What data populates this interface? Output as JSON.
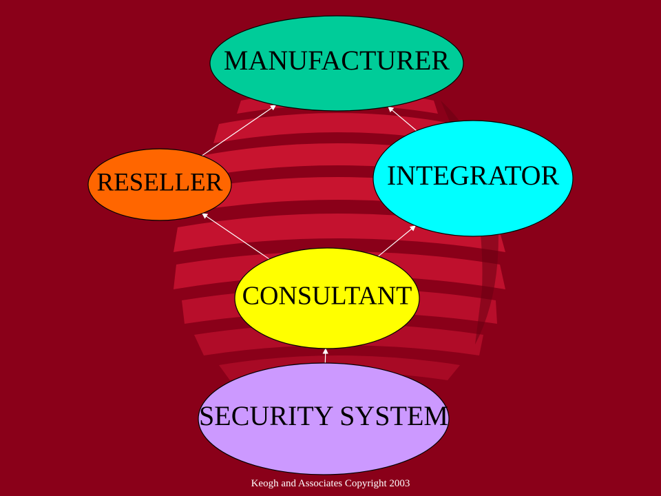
{
  "nodes": {
    "manufacturer": {
      "label": "MANUFACTURER",
      "color": "#00cc99"
    },
    "integrator": {
      "label": "INTEGRATOR",
      "color": "#00ffff"
    },
    "reseller": {
      "label": "RESELLER",
      "color": "#ff6600"
    },
    "consultant": {
      "label": "CONSULTANT",
      "color": "#ffff00"
    },
    "security_system": {
      "label": "SECURITY SYSTEM",
      "color": "#cc99ff"
    }
  },
  "arrows": [
    {
      "from": "reseller",
      "to": "manufacturer"
    },
    {
      "from": "integrator",
      "to": "manufacturer"
    },
    {
      "from": "consultant",
      "to": "reseller"
    },
    {
      "from": "consultant",
      "to": "integrator"
    },
    {
      "from": "security_system",
      "to": "consultant"
    }
  ],
  "footer": {
    "copyright": "Keogh and Associates Copyright 2003"
  },
  "colors": {
    "background": "#8a0019",
    "arrow": "#ffffff"
  }
}
